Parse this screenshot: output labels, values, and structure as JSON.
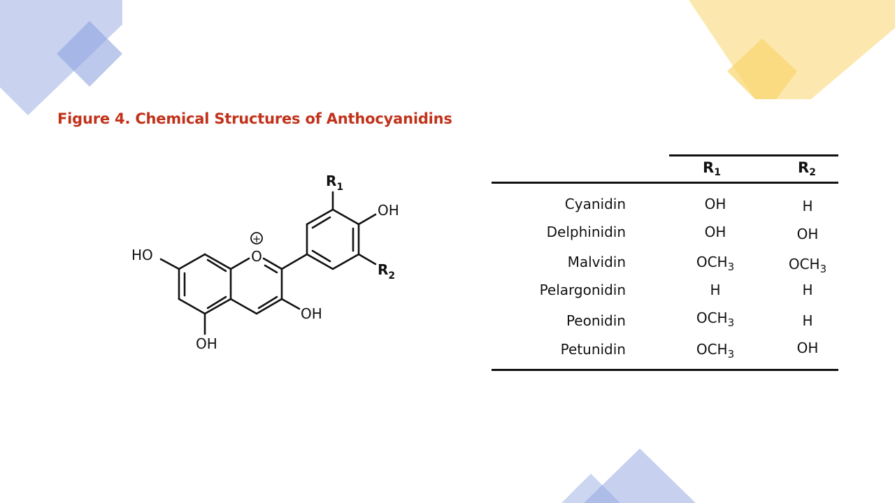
{
  "figure": {
    "title": "Figure 4. Chemical Structures of Anthocyanidins"
  },
  "structure": {
    "labels": {
      "r1": "R",
      "r1_sub": "1",
      "r2": "R",
      "r2_sub": "2",
      "oh_top_right": "OH",
      "ho_left": "HO",
      "oh_bottom": "OH",
      "oh_c3": "OH",
      "oxygen": "O",
      "charge": "+"
    }
  },
  "table": {
    "headers": [
      {
        "main": "R",
        "sub": "1"
      },
      {
        "main": "R",
        "sub": "2"
      }
    ],
    "rows": [
      {
        "name": "Cyanidin",
        "r1": {
          "main": "OH",
          "sub": ""
        },
        "r2": {
          "main": "H",
          "sub": ""
        }
      },
      {
        "name": "Delphinidin",
        "r1": {
          "main": "OH",
          "sub": ""
        },
        "r2": {
          "main": "OH",
          "sub": ""
        }
      },
      {
        "name": "Malvidin",
        "r1": {
          "main": "OCH",
          "sub": "3"
        },
        "r2": {
          "main": "OCH",
          "sub": "3"
        }
      },
      {
        "name": "Pelargonidin",
        "r1": {
          "main": "H",
          "sub": ""
        },
        "r2": {
          "main": "H",
          "sub": ""
        }
      },
      {
        "name": "Peonidin",
        "r1": {
          "main": "OCH",
          "sub": "3"
        },
        "r2": {
          "main": "H",
          "sub": ""
        }
      },
      {
        "name": "Petunidin",
        "r1": {
          "main": "OCH",
          "sub": "3"
        },
        "r2": {
          "main": "OH",
          "sub": ""
        }
      }
    ]
  },
  "colors": {
    "title": "#c1321a",
    "blue_shape": "#8fa3df",
    "yellow_shape": "#f9d56e"
  }
}
